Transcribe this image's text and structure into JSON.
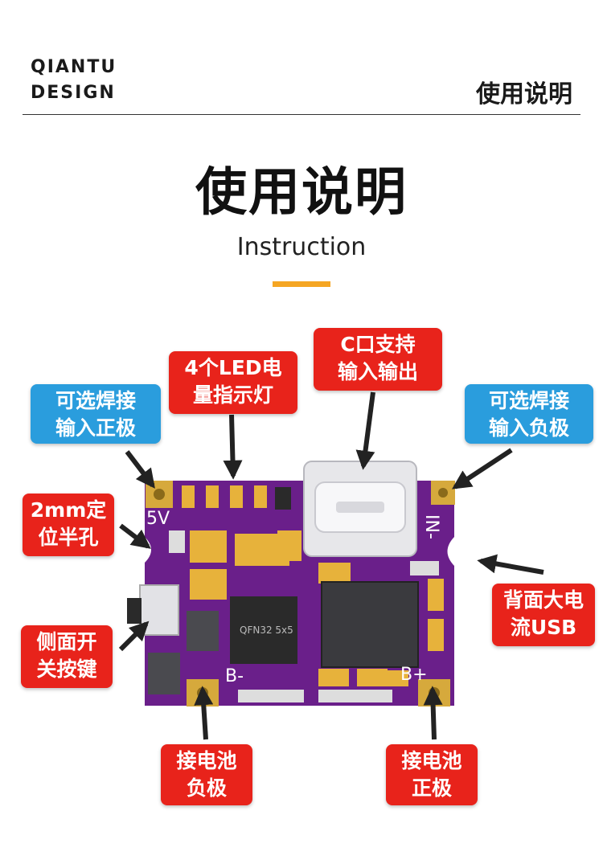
{
  "brand": {
    "line1": "QIANTU",
    "line2": "DESIGN"
  },
  "header": {
    "title": "使用说明"
  },
  "main": {
    "title": "使用说明",
    "subtitle": "Instruction"
  },
  "colors": {
    "accent": "#f5a623",
    "label_red": "#e8231b",
    "label_blue": "#2a9ddd",
    "pcb": "#6a1f8a"
  },
  "callouts": {
    "led": {
      "line1": "4个LED电",
      "line2": "量指示灯"
    },
    "typec": {
      "line1": "C口支持",
      "line2": "输入输出"
    },
    "in_pos": {
      "line1": "可选焊接",
      "line2": "输入正极"
    },
    "in_neg": {
      "line1": "可选焊接",
      "line2": "输入负极"
    },
    "hole": {
      "line1": "2mm定",
      "line2": "位半孔"
    },
    "usb_back": {
      "line1": "背面大电",
      "line2": "流USB"
    },
    "switch": {
      "line1": "侧面开",
      "line2": "关按键"
    },
    "bat_neg": {
      "line1": "接电池",
      "line2": "负极"
    },
    "bat_pos": {
      "line1": "接电池",
      "line2": "正极"
    }
  },
  "pcb": {
    "silk_5v": "5V",
    "silk_in_neg": "IN-",
    "silk_b_neg": "B-",
    "silk_b_pos": "B+",
    "chip_label": "QFN32 5x5"
  }
}
